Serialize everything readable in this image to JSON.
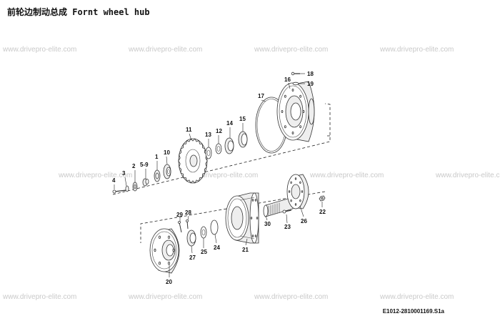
{
  "title": "前轮边制动总成  Fornt wheel hub",
  "drawing_code": "E1012-2810001169.S1a",
  "watermark": "www.drivepro-elite.com",
  "callouts": {
    "p1": "1",
    "p2": "2",
    "p3": "3",
    "p4": "4",
    "p5_9": "5-9",
    "p10": "10",
    "p11": "11",
    "p12": "12",
    "p13": "13",
    "p14": "14",
    "p15": "15",
    "p16": "16",
    "p17": "17",
    "p18": "18",
    "p19": "19",
    "p20": "20",
    "p21": "21",
    "p22": "22",
    "p23": "23",
    "p24": "24",
    "p25": "25",
    "p26": "26",
    "p27": "27",
    "p28": "28",
    "p29": "29",
    "p30": "30"
  }
}
